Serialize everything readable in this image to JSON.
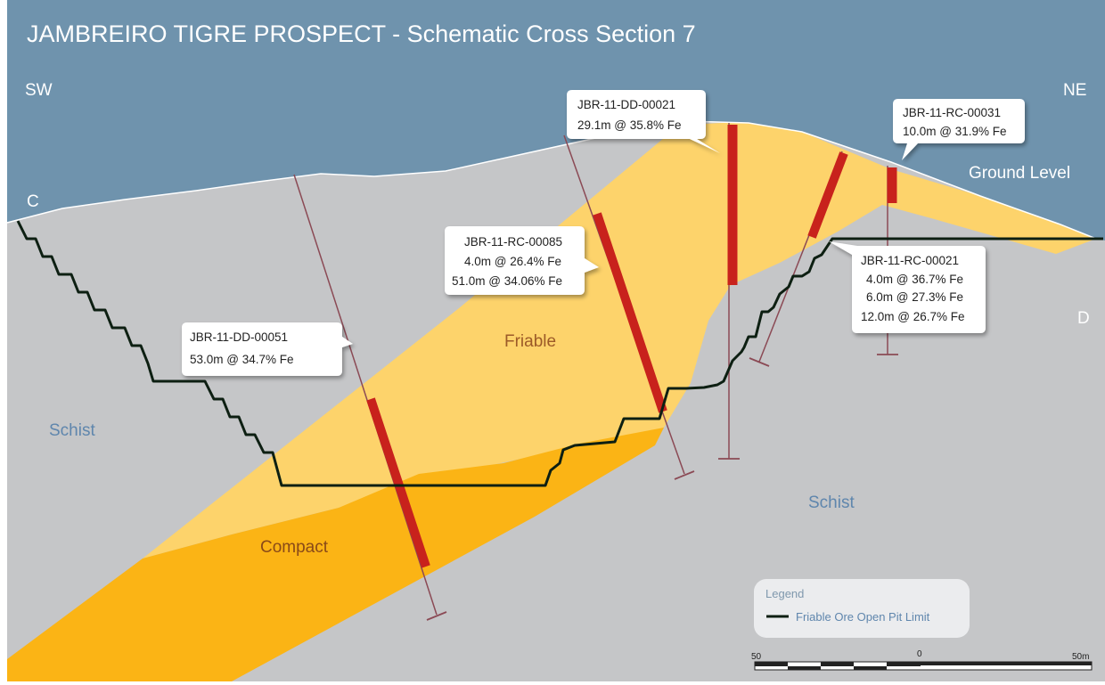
{
  "title": "JAMBREIRO TIGRE PROSPECT - Schematic Cross Section 7",
  "directions": {
    "sw": "SW",
    "ne": "NE",
    "c": "C",
    "d": "D"
  },
  "labels": {
    "ground_level": "Ground Level",
    "friable": "Friable",
    "compact": "Compact",
    "schist_left": "Schist",
    "schist_right": "Schist"
  },
  "drillholes": [
    {
      "id": "JBR-11-DD-00051",
      "intercepts": [
        "53.0m @ 34.7% Fe"
      ]
    },
    {
      "id": "JBR-11-RC-00085",
      "intercepts": [
        "4.0m @ 26.4% Fe",
        "51.0m @ 34.06% Fe"
      ]
    },
    {
      "id": "JBR-11-DD-00021",
      "intercepts": [
        "29.1m @ 35.8% Fe"
      ]
    },
    {
      "id": "JBR-11-RC-00031",
      "intercepts": [
        "10.0m @ 31.9% Fe"
      ]
    },
    {
      "id": "JBR-11-RC-00021",
      "intercepts": [
        "4.0m @ 36.7% Fe",
        "6.0m @ 27.3% Fe",
        "12.0m @ 26.7% Fe"
      ]
    }
  ],
  "legend": {
    "title": "Legend",
    "items": [
      {
        "label": "Friable Ore Open Pit Limit"
      }
    ]
  },
  "scale": {
    "left": "50",
    "middle": "0",
    "right": "50m"
  },
  "colors": {
    "sky": "#6f93ad",
    "schist": "#c5c6c8",
    "friable": "#fdd36b",
    "compact": "#fbb415",
    "ore_intercept": "#c8221c",
    "drill_trace": "#8b4a55",
    "pit_limit": "#0d1f12",
    "schist_text": "#5f86ad",
    "friable_text": "#9c5a28",
    "compact_text": "#8a4a18"
  }
}
